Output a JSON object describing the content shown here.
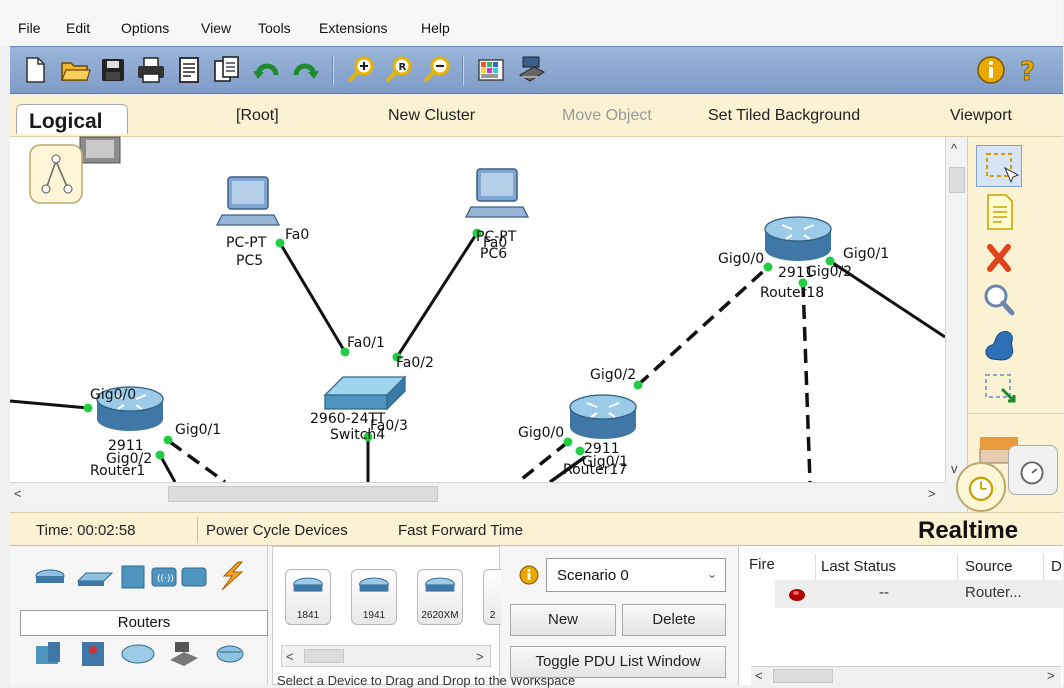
{
  "menu": [
    "File",
    "Edit",
    "Options",
    "View",
    "Tools",
    "Extensions",
    "Help"
  ],
  "logical_bar": {
    "tab_label": "Logical",
    "root": "[Root]",
    "new_cluster": "New Cluster",
    "move_object": "Move Object",
    "set_tiled_background": "Set Tiled Background",
    "viewport": "Viewport"
  },
  "topology": {
    "pc5": {
      "model": "PC-PT",
      "name": "PC5",
      "port": "Fa0"
    },
    "pc6": {
      "model": "PC-PT",
      "name": "PC6",
      "port": "Fa0"
    },
    "switch4": {
      "model": "2960-24TT",
      "name": "Switch4",
      "ports": [
        "Fa0/1",
        "Fa0/2",
        "Fa0/3"
      ]
    },
    "router18": {
      "model": "2911",
      "name": "Router18",
      "ports": [
        "Gig0/0",
        "Gig0/1",
        "Gig0/2"
      ]
    },
    "router_mid": {
      "model": "2911",
      "name": "Router17",
      "ports": [
        "Gig0/0",
        "Gig0/1",
        "Gig0/2"
      ]
    },
    "router_left": {
      "model": "2911",
      "name": "Router1",
      "ports": [
        "Gig0/0",
        "Gig0/1",
        "Gig0/2"
      ]
    }
  },
  "status": {
    "time": "Time: 00:02:58",
    "power_cycle": "Power Cycle Devices",
    "fast_forward": "Fast Forward Time",
    "mode": "Realtime"
  },
  "devices": {
    "category_label": "Routers",
    "models": [
      "1841",
      "1941",
      "2620XM",
      "2"
    ],
    "hint": "Select a Device to Drag and Drop to the Workspace"
  },
  "scenario": {
    "selected": "Scenario 0",
    "new_label": "New",
    "delete_label": "Delete",
    "toggle_label": "Toggle PDU List Window"
  },
  "pdu_list": {
    "headers": [
      "Fire",
      "Last Status",
      "Source",
      "D"
    ],
    "rows": [
      {
        "last_status": "--",
        "source": "Router..."
      }
    ]
  },
  "colors": {
    "link_green": "#22cc44",
    "toolbar_blue": "#8eaad2",
    "panel_beige": "#fbf2d3"
  }
}
